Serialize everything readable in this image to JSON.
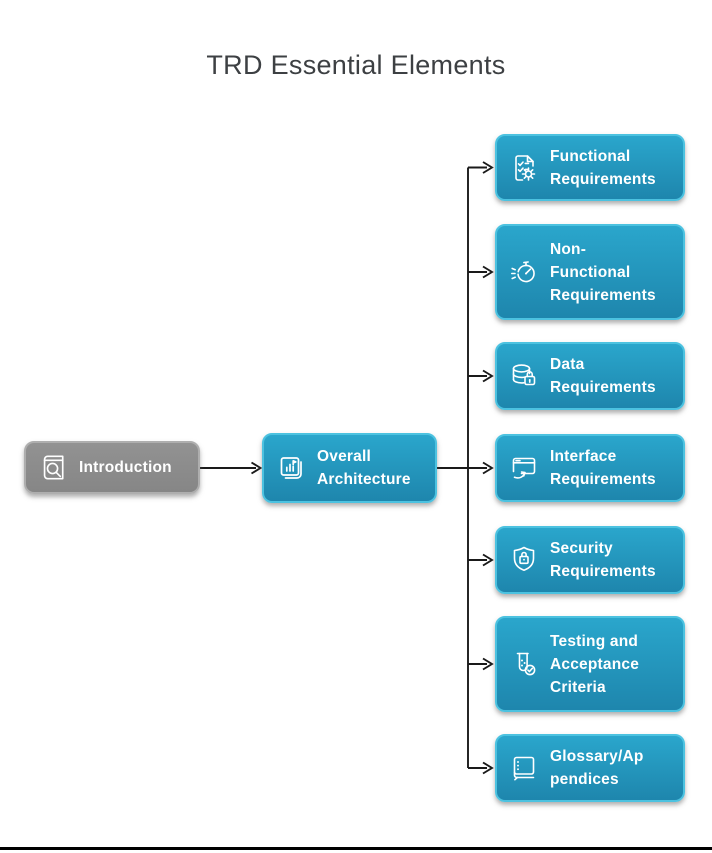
{
  "title": "TRD Essential Elements",
  "colors": {
    "blue_top": "#2aa6cc",
    "blue_bottom": "#1e86ad",
    "blue_border": "#4cc2e0",
    "gray_fill": "#929292",
    "gray_border": "#aeaeae",
    "arrow_color": "#1a1a1a",
    "title_color": "#3d4043",
    "label_color": "#ffffff"
  },
  "nodes": {
    "introduction": {
      "label": "Introduction",
      "icon": "book-search-icon"
    },
    "overall_architecture": {
      "label": "Overall\nArchitecture",
      "icon": "stacked-documents-icon"
    },
    "children": [
      {
        "label": "Functional\nRequirements",
        "icon": "checklist-gear-icon"
      },
      {
        "label": "Non-\nFunctional\nRequirements",
        "icon": "stopwatch-icon"
      },
      {
        "label": "Data\nRequirements",
        "icon": "database-lock-icon"
      },
      {
        "label": "Interface\nRequirements",
        "icon": "browser-export-icon"
      },
      {
        "label": "Security\nRequirements",
        "icon": "shield-lock-icon"
      },
      {
        "label": "Testing and\nAcceptance\nCriteria",
        "icon": "test-tube-check-icon"
      },
      {
        "label": "Glossary/Ap\npendices",
        "icon": "glossary-book-icon"
      }
    ]
  }
}
